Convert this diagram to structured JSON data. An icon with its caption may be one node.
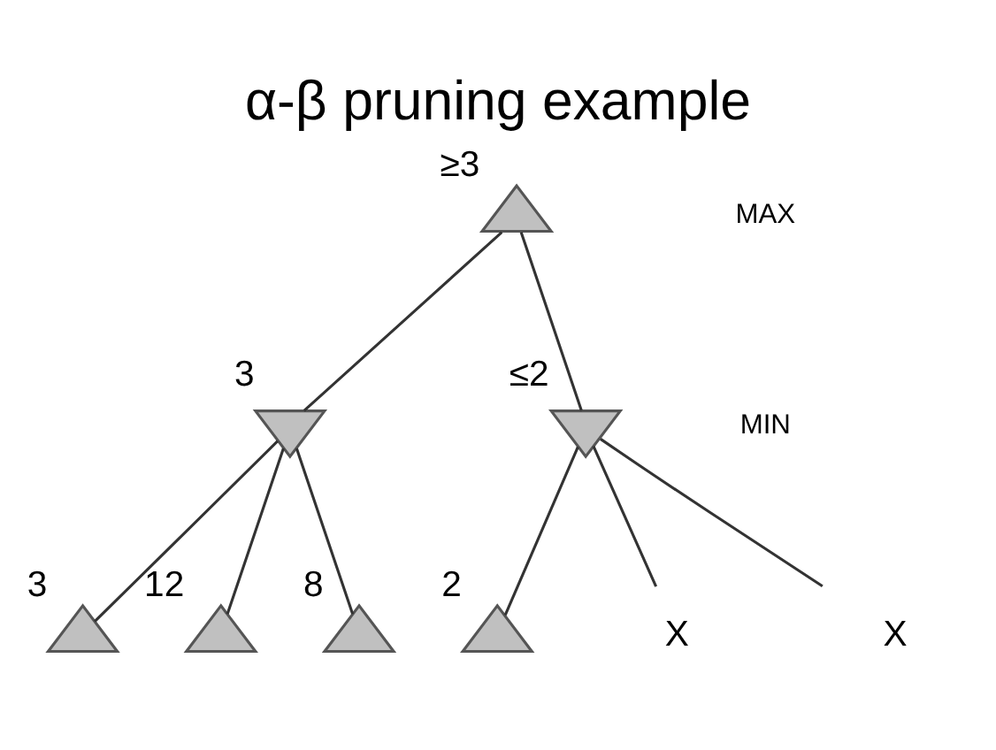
{
  "diagram": {
    "title": "α-β pruning example",
    "nodes": [
      {
        "text": [],
        "shape": "triangle",
        "beside": [
          "≥3"
        ]
      },
      {
        "text": [],
        "shape": "triangle",
        "beside": [
          "3"
        ]
      },
      {
        "text": [],
        "shape": "triangle",
        "beside": [
          "≤2"
        ]
      },
      {
        "text": [],
        "shape": "triangle",
        "beside": [
          "3"
        ]
      },
      {
        "text": [],
        "shape": "triangle",
        "beside": [
          "12"
        ]
      },
      {
        "text": [],
        "shape": "triangle",
        "beside": [
          "8"
        ]
      },
      {
        "text": [],
        "shape": "triangle",
        "beside": [
          "2"
        ]
      },
      {
        "text": [
          "X"
        ]
      },
      {
        "text": [
          "X"
        ]
      }
    ],
    "edges": [
      {
        "from": 0,
        "to": 1,
        "arrow": "none"
      },
      {
        "from": 0,
        "to": 2,
        "arrow": "none"
      },
      {
        "from": 1,
        "to": 3,
        "arrow": "none"
      },
      {
        "from": 1,
        "to": 4,
        "arrow": "none"
      },
      {
        "from": 1,
        "to": 5,
        "arrow": "none"
      },
      {
        "from": 2,
        "to": 6,
        "arrow": "none"
      },
      {
        "from": 2,
        "to": 7,
        "arrow": "none"
      },
      {
        "from": 2,
        "to": 8,
        "arrow": "none"
      }
    ],
    "labels": [
      "MAX",
      "MIN"
    ]
  }
}
